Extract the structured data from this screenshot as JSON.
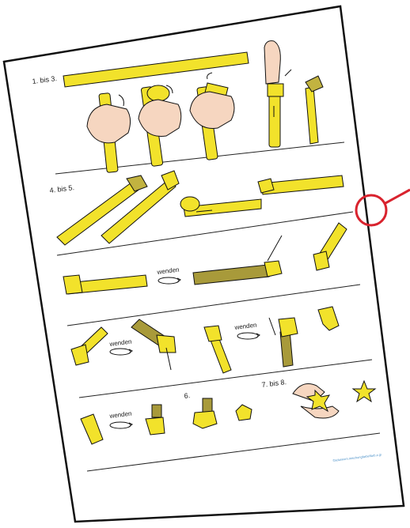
{
  "sheet": {
    "labels": {
      "step_1_3": "1. bis 3.",
      "step_4_5": "4. bis 5.",
      "step_6": "6.",
      "step_7_8": "7. bis 8."
    },
    "turn_word": "wenden",
    "footer": "©aduseum.mischungfarbelfarb.e.jp",
    "colors": {
      "strip": "#f2e22b",
      "strip_dark": "#a89a3a",
      "outline": "#1a1a1a",
      "skin": "#f6d6c0",
      "magnifier": "#d9232e"
    }
  }
}
